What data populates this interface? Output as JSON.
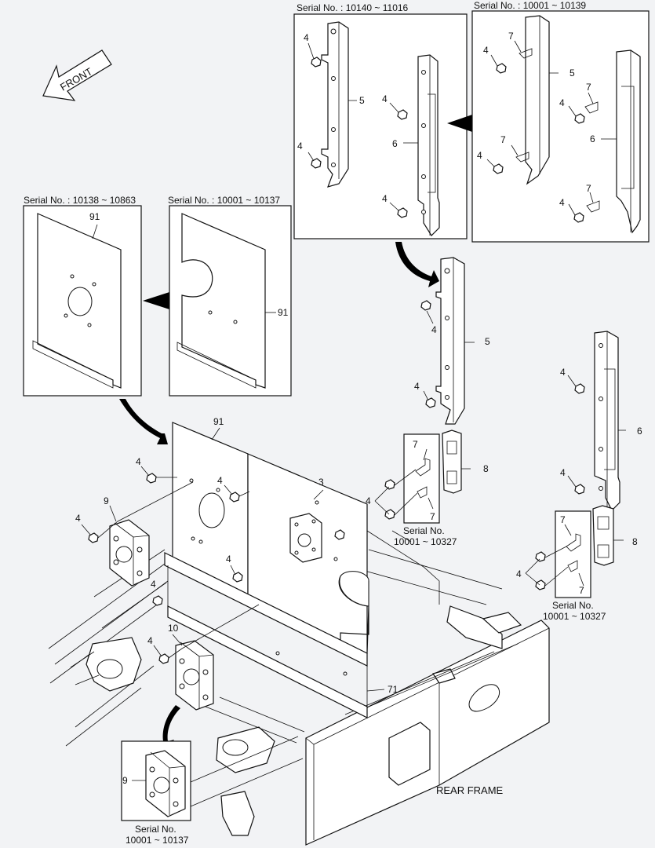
{
  "front_label": "FRONT",
  "rear_frame_label": "REAR FRAME",
  "serials": {
    "top_a": "Serial No. : 10140 ~ 11016",
    "top_b": "Serial No. : 10001 ~ 10139",
    "mid_a": "Serial No. : 10138 ~ 10863",
    "mid_b": "Serial No. : 10001 ~ 10137",
    "small_a_1": "Serial No.",
    "small_a_2": "10001 ~ 10327",
    "small_b_1": "Serial No.",
    "small_b_2": "10001 ~ 10327",
    "bottom_1": "Serial No.",
    "bottom_2": "10001 ~ 10137"
  },
  "part_numbers": {
    "p3": "3",
    "p4": "4",
    "p5": "5",
    "p6": "6",
    "p7": "7",
    "p8": "8",
    "p9": "9",
    "p10": "10",
    "p71": "71",
    "p91": "91"
  }
}
